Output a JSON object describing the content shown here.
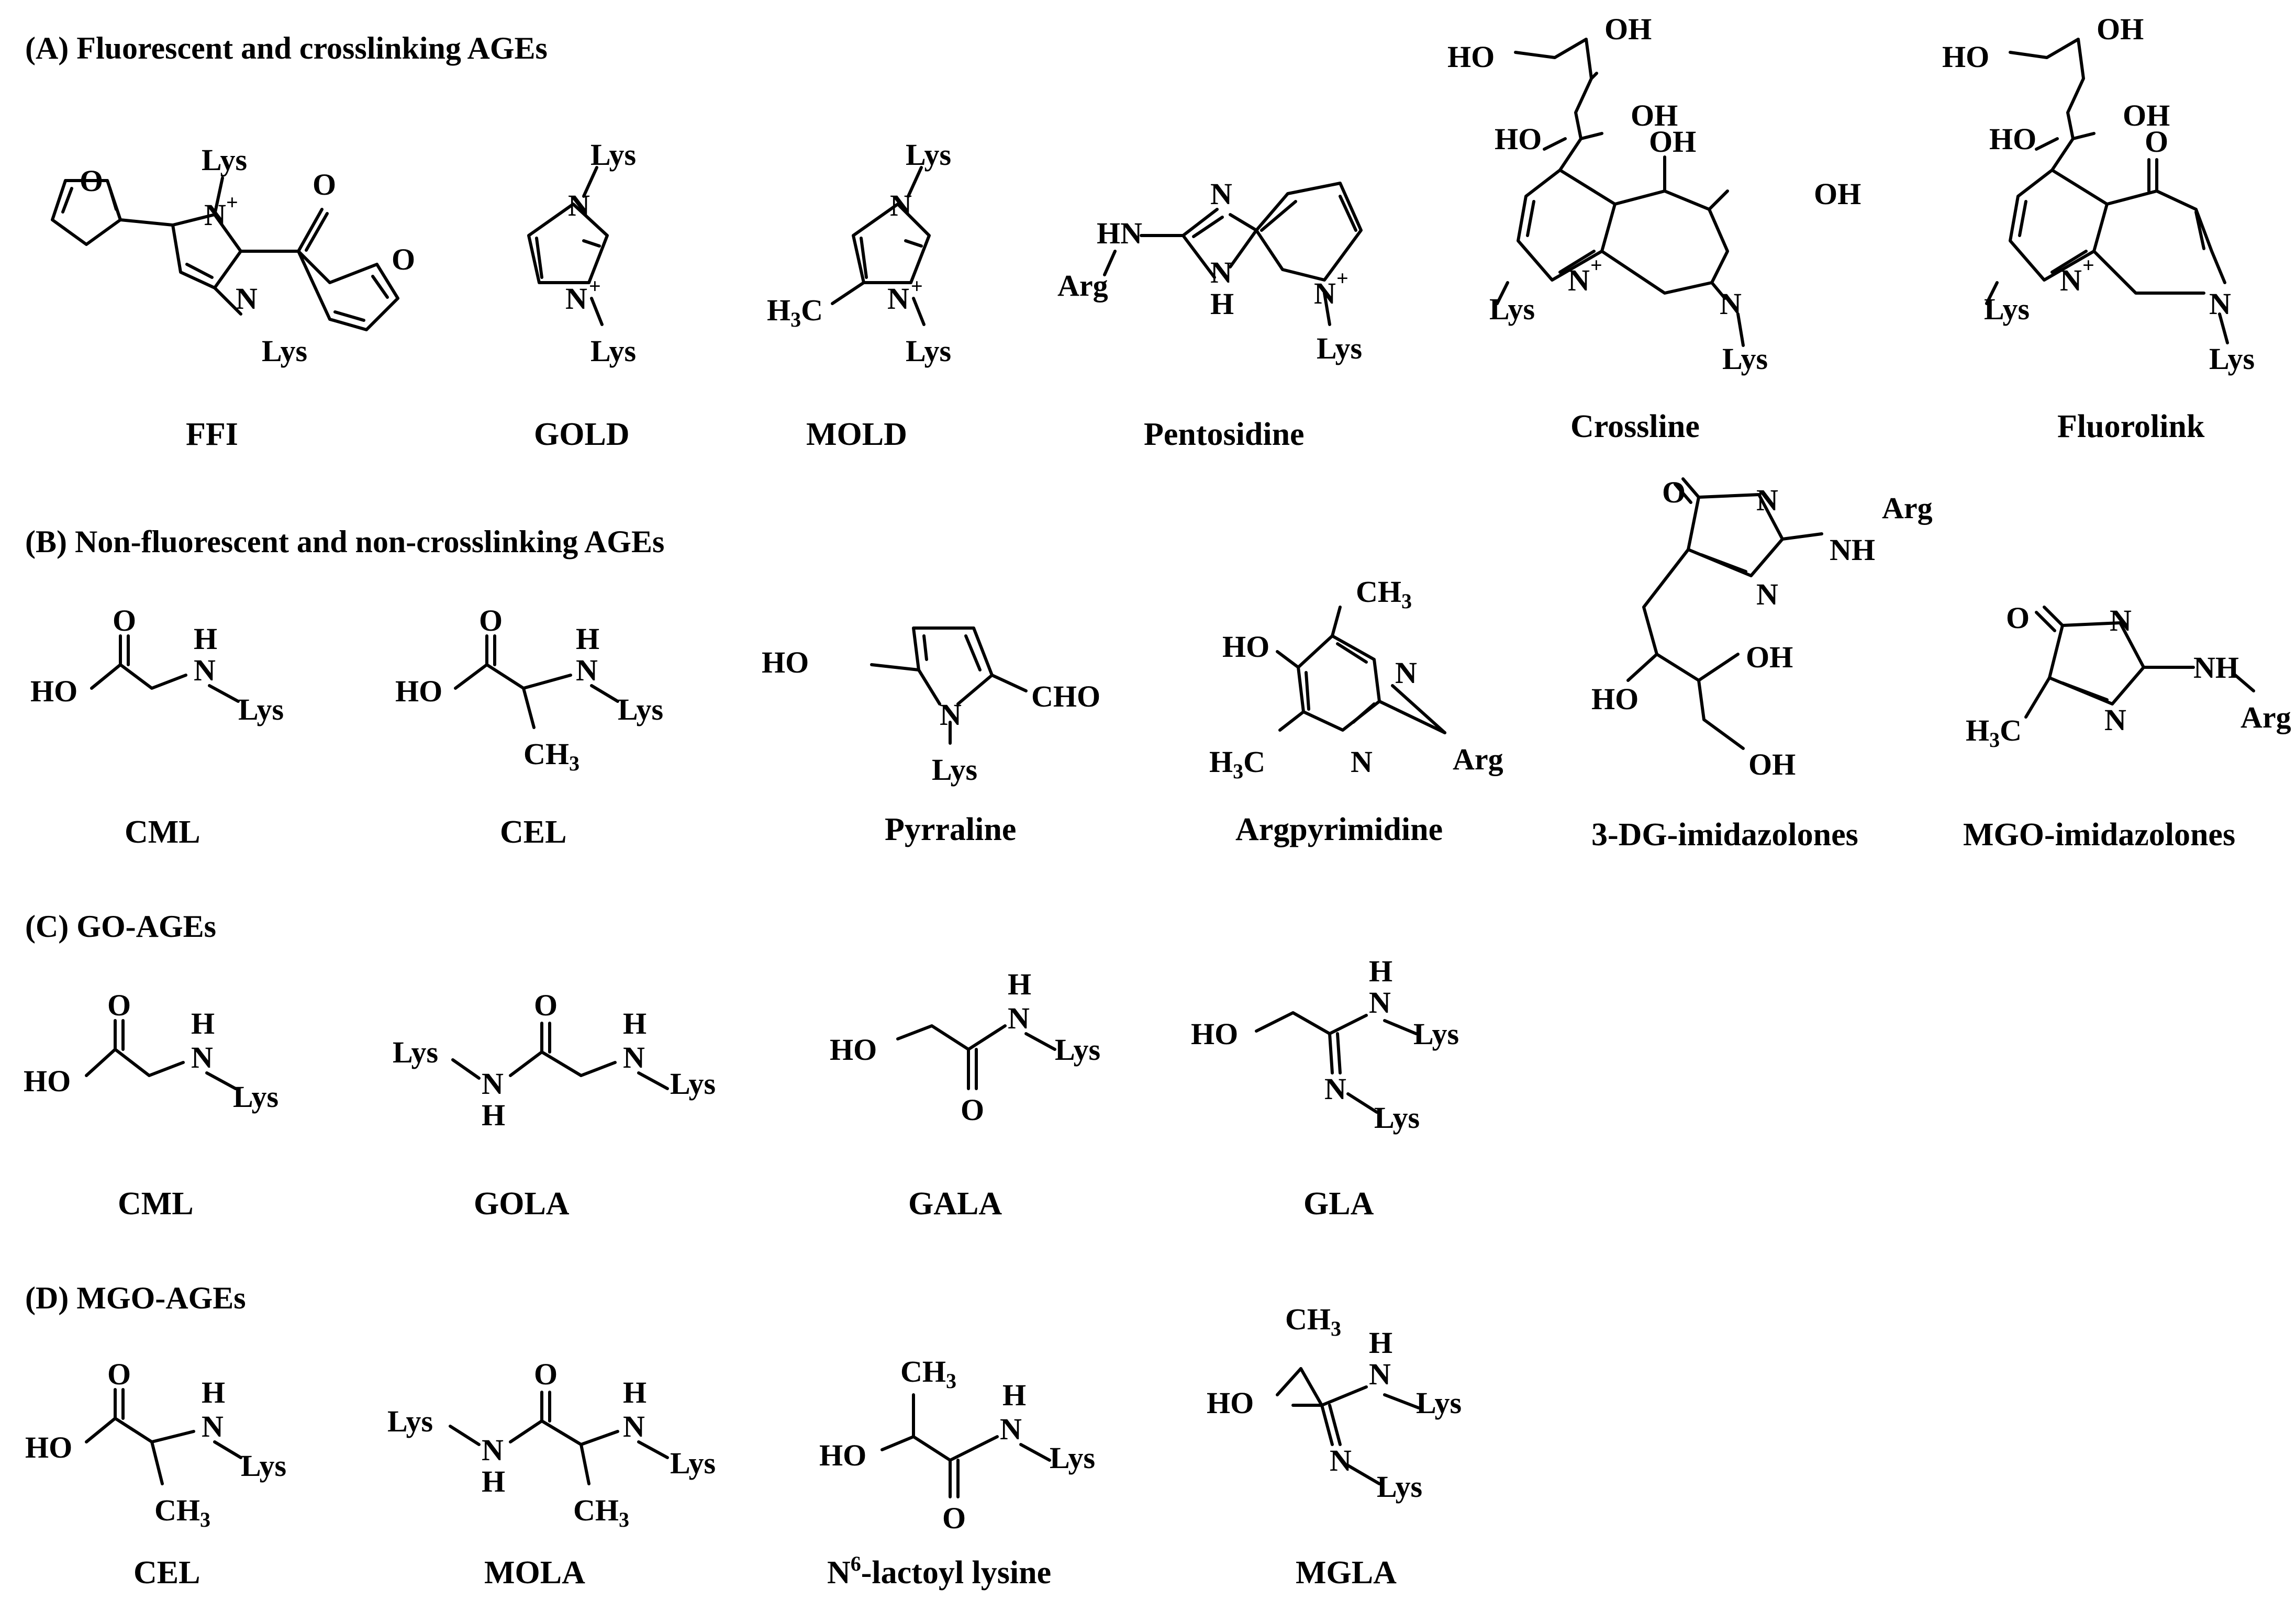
{
  "sections": {
    "a": "(A) Fluorescent and crosslinking AGEs",
    "b": "(B) Non-fluorescent and non-crosslinking AGEs",
    "c": "(C) GO-AGEs",
    "d": "(D) MGO-AGEs"
  },
  "names": {
    "ffi": "FFI",
    "gold": "GOLD",
    "mold": "MOLD",
    "pentosidine": "Pentosidine",
    "crossline": "Crossline",
    "fluorolink": "Fluorolink",
    "cml": "CML",
    "cel": "CEL",
    "pyrraline": "Pyrraline",
    "argpyrimidine": "Argpyrimidine",
    "dg_imid": "3-DG-imidazolones",
    "mgo_imid": "MGO-imidazolones",
    "cml_c": "CML",
    "gola": "GOLA",
    "gala": "GALA",
    "gla": "GLA",
    "cel_d": "CEL",
    "mola": "MOLA",
    "n6_sup": "6",
    "n6_rest": "-lactoyl lysine",
    "mgla": "MGLA"
  },
  "atoms": {
    "O": "O",
    "N": "N",
    "H": "H",
    "HO": "HO",
    "OH": "OH",
    "HN": "HN",
    "NH": "NH",
    "Lys": "Lys",
    "Arg": "Arg",
    "CH": "CH",
    "C": "C",
    "CHO": "CHO",
    "plus": "+",
    "three": "3"
  }
}
